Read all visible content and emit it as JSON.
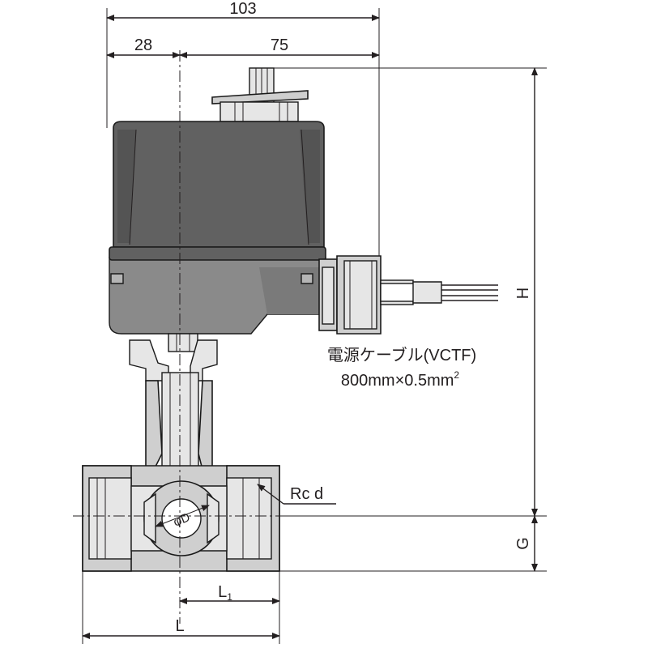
{
  "dimensions": {
    "overall_width": "103",
    "left_offset": "28",
    "right_width": "75",
    "height": "H",
    "center_height": "G",
    "length": "L",
    "half_length": "L",
    "half_length_sub": "1"
  },
  "labels": {
    "port_thread": "Rc d",
    "bore": "φD",
    "cable_name": "電源ケーブル(VCTF)",
    "cable_spec": "800mm×0.5mm",
    "cable_spec_sup": "2"
  },
  "colors": {
    "line": "#231f20",
    "actuator_top": "#616161",
    "actuator_base": "#8a8a8a",
    "valve_body": "#cfcfcf"
  }
}
